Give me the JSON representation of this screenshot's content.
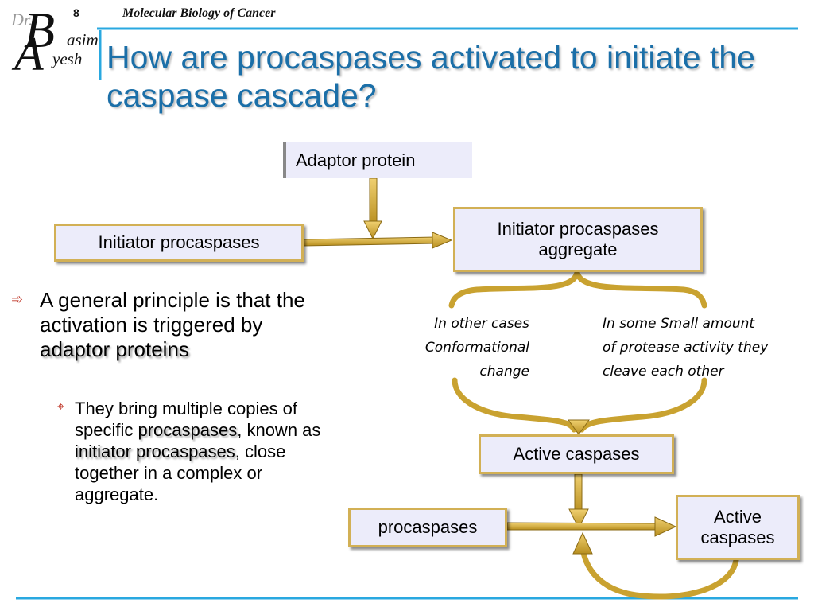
{
  "logo": {
    "dr": "Dr.",
    "b": "B",
    "a": "A",
    "asim": "asim",
    "yesh": "yesh"
  },
  "header": {
    "slide_number": "8",
    "course": "Molecular Biology of Cancer"
  },
  "title": "How are procaspases activated to initiate the caspase cascade?",
  "diagram": {
    "adaptor_protein": "Adaptor protein",
    "initiator_procaspases": "Initiator procaspases",
    "initiator_aggregate_line1": "Initiator procaspases",
    "initiator_aggregate_line2": "aggregate",
    "note_left_1": "In other cases",
    "note_left_2": "Conformational",
    "note_left_3": "change",
    "note_right_1": "In some Small amount",
    "note_right_2": "of protease activity they",
    "note_right_3": "cleave each other",
    "active_caspases": "Active caspases",
    "procaspases": "procaspases",
    "active_caspases_right_1": "Active",
    "active_caspases_right_2": "caspases"
  },
  "bullets": {
    "main_pre": "A general principle is that the activation is triggered by ",
    "main_hl": "adaptor proteins",
    "sub_1": "They bring multiple copies of specific ",
    "sub_hl1": "procaspases",
    "sub_2": ", known as ",
    "sub_hl2": "initiator procaspases",
    "sub_3": ", close together in a complex or aggregate."
  },
  "colors": {
    "title": "#1b6fa8",
    "rule": "#29a8e0",
    "box_border": "#d2b055",
    "box_fill": "#ececfa",
    "arrow": "#d8b038"
  }
}
